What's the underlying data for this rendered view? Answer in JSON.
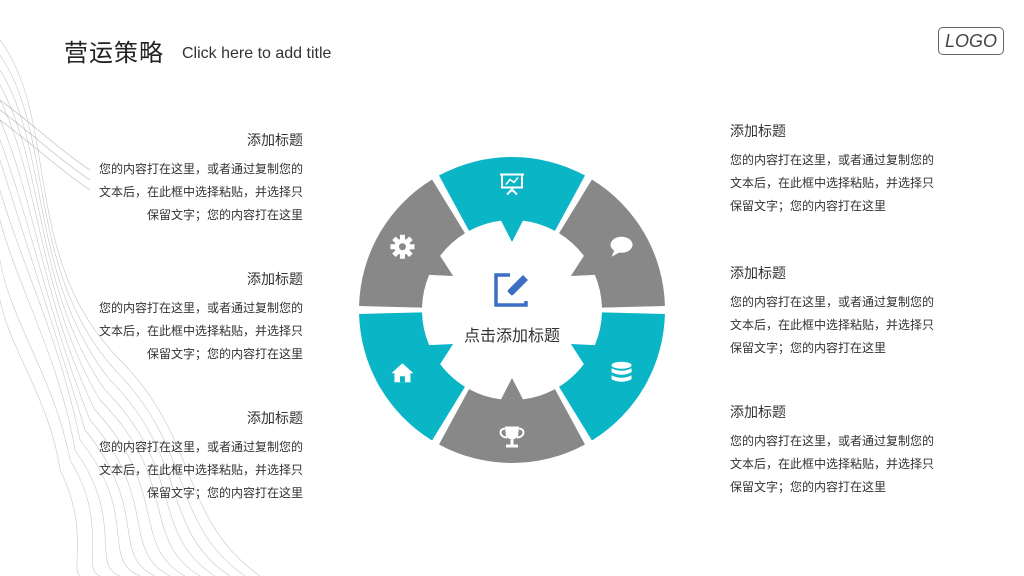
{
  "header": {
    "title": "营运策略",
    "subtitle": "Click here to add title",
    "logo": "LOGO"
  },
  "left_blocks": [
    {
      "title": "添加标题",
      "lines": [
        "您的内容打在这里，或者通过复制您的",
        "文本后，在此框中选择粘贴，并选择只",
        "保留文字；您的内容打在这里"
      ]
    },
    {
      "title": "添加标题",
      "lines": [
        "您的内容打在这里，或者通过复制您的",
        "文本后，在此框中选择粘贴，并选择只",
        "保留文字；您的内容打在这里"
      ]
    },
    {
      "title": "添加标题",
      "lines": [
        "您的内容打在这里，或者通过复制您的",
        "文本后，在此框中选择粘贴，并选择只",
        "保留文字；您的内容打在这里"
      ]
    }
  ],
  "right_blocks": [
    {
      "title": "添加标题",
      "lines": [
        "您的内容打在这里，或者通过复制您的",
        "文本后，在此框中选择粘贴，并选择只",
        "保留文字；您的内容打在这里"
      ]
    },
    {
      "title": "添加标题",
      "lines": [
        "您的内容打在这里，或者通过复制您的",
        "文本后，在此框中选择粘贴，并选择只",
        "保留文字；您的内容打在这里"
      ]
    },
    {
      "title": "添加标题",
      "lines": [
        "您的内容打在这里，或者通过复制您的",
        "文本后，在此框中选择粘贴，并选择只",
        "保留文字；您的内容打在这里"
      ]
    }
  ],
  "diagram": {
    "center_label": "点击添加标题",
    "center_icon": "edit-icon",
    "segments": [
      {
        "icon": "presentation-board-icon",
        "color": "#0ab5c6"
      },
      {
        "icon": "speech-bubble-icon",
        "color": "#888888"
      },
      {
        "icon": "database-icon",
        "color": "#0ab5c6"
      },
      {
        "icon": "trophy-icon",
        "color": "#888888"
      },
      {
        "icon": "home-icon",
        "color": "#0ab5c6"
      },
      {
        "icon": "gear-icon",
        "color": "#888888"
      }
    ],
    "colors": {
      "teal": "#0ab5c6",
      "gray": "#888888",
      "center_icon": "#3a6fc4"
    }
  }
}
